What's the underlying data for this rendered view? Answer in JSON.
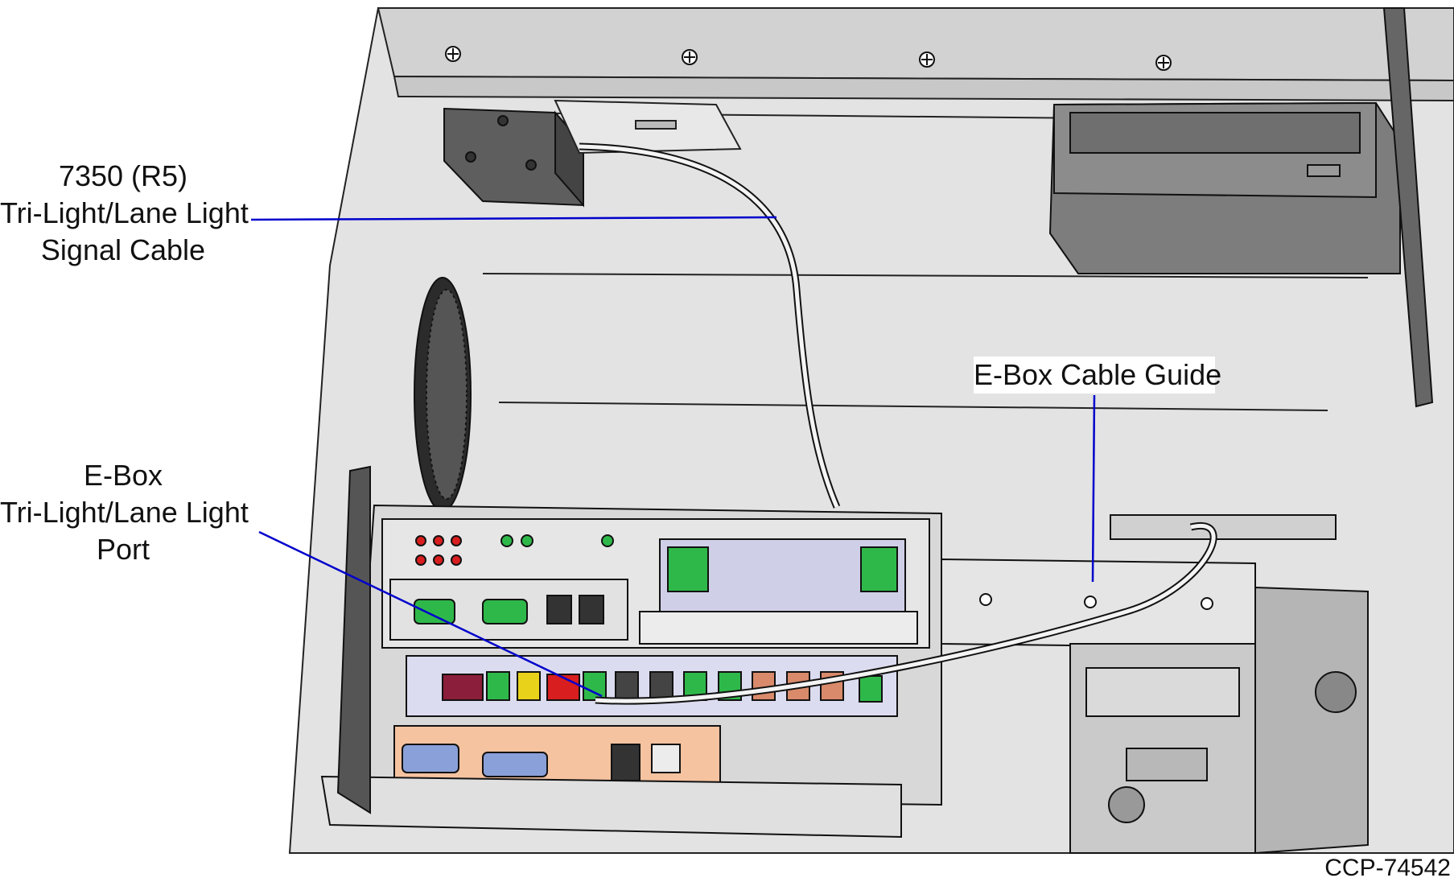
{
  "callouts": {
    "signal_cable": {
      "line1": "7350 (R5)",
      "line2": "Tri-Light/Lane Light",
      "line3": "Signal Cable"
    },
    "ebox_port": {
      "line1": "E-Box",
      "line2": "Tri-Light/Lane Light",
      "line3": "Port"
    },
    "cable_guide": "E-Box Cable Guide"
  },
  "figure_id": "CCP-74542",
  "colors": {
    "leader_line": "#0000cc",
    "port_block_red": "#d81e1e",
    "port_block_green": "#2fb84a",
    "port_block_yellow": "#e8d21a",
    "io_panel": "#f6c3a0",
    "drive_body": "#8a8a8a",
    "frame_gray": "#dcdcdc"
  }
}
